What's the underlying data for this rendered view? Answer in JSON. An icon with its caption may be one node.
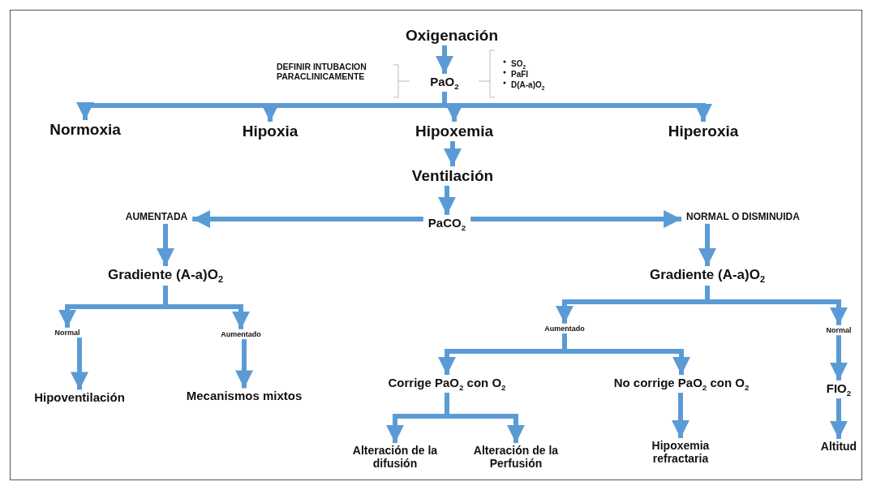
{
  "diagram": {
    "nodes": [
      {
        "text": [
          "Oxigenación"
        ]
      },
      {
        "text": [
          "DEFINIR INTUBACION PARACLINICAMENTE"
        ]
      },
      {
        "text": [
          "PaO$_{2}$"
        ]
      },
      {
        "text": [
          "Normoxia"
        ]
      },
      {
        "text": [
          "Hipoxia"
        ]
      },
      {
        "text": [
          "Hipoxemia"
        ]
      },
      {
        "text": [
          "Hiperoxia"
        ]
      },
      {
        "text": [
          "Ventilación"
        ]
      },
      {
        "text": [
          "PaCO$_{2}$"
        ]
      },
      {
        "text": [
          "AUMENTADA"
        ]
      },
      {
        "text": [
          "NORMAL O DISMINUIDA"
        ]
      },
      {
        "text": [
          "Gradiente (A-a)O$_{2}$"
        ]
      },
      {
        "text": [
          "Gradiente (A-a)O$_{2}$"
        ]
      },
      {
        "text": [
          "Normal"
        ]
      },
      {
        "text": [
          "Aumentado"
        ]
      },
      {
        "text": [
          "Hipoventilación"
        ]
      },
      {
        "text": [
          "Mecanismos mixtos"
        ]
      },
      {
        "text": [
          "Aumentado"
        ]
      },
      {
        "text": [
          "Normal"
        ]
      },
      {
        "text": [
          "Corrige PaO$_{2}$ con O$_{2}$"
        ]
      },
      {
        "text": [
          "No corrige PaO$_{2}$ con O$_{2}$"
        ]
      },
      {
        "text": [
          "FIO$_{2}$"
        ]
      },
      {
        "text": [
          "Alteración de la difusión"
        ]
      },
      {
        "text": [
          "Alteración de la Perfusión"
        ]
      },
      {
        "text": [
          "Hipoxemia refractaria"
        ]
      },
      {
        "text": [
          "Altitud"
        ]
      }
    ],
    "edges": [
      {
        "from": 0,
        "to": 2,
        "arrow": "to"
      },
      {
        "from": 2,
        "to": 3,
        "arrow": "to"
      },
      {
        "from": 2,
        "to": 4,
        "arrow": "to"
      },
      {
        "from": 2,
        "to": 5,
        "arrow": "to"
      },
      {
        "from": 2,
        "to": 6,
        "arrow": "to"
      },
      {
        "from": 5,
        "to": 7,
        "arrow": "to"
      },
      {
        "from": 7,
        "to": 8,
        "arrow": "to"
      },
      {
        "from": 8,
        "to": 9,
        "arrow": "to"
      },
      {
        "from": 8,
        "to": 10,
        "arrow": "to"
      },
      {
        "from": 9,
        "to": 11,
        "arrow": "to"
      },
      {
        "from": 10,
        "to": 12,
        "arrow": "to"
      },
      {
        "from": 11,
        "to": 13,
        "arrow": "to"
      },
      {
        "from": 11,
        "to": 14,
        "arrow": "to"
      },
      {
        "from": 13,
        "to": 15,
        "arrow": "to"
      },
      {
        "from": 14,
        "to": 16,
        "arrow": "to"
      },
      {
        "from": 12,
        "to": 17,
        "arrow": "to"
      },
      {
        "from": 12,
        "to": 18,
        "arrow": "to"
      },
      {
        "from": 17,
        "to": 19,
        "arrow": "to"
      },
      {
        "from": 17,
        "to": 20,
        "arrow": "to"
      },
      {
        "from": 18,
        "to": 21,
        "arrow": "to"
      },
      {
        "from": 19,
        "to": 22,
        "arrow": "to"
      },
      {
        "from": 19,
        "to": 23,
        "arrow": "to"
      },
      {
        "from": 20,
        "to": 24,
        "arrow": "to"
      },
      {
        "from": 21,
        "to": 25,
        "arrow": "to"
      }
    ],
    "labels": [
      "SO$_{2}$",
      "PaFI",
      "D(A-a)O$_{2}$"
    ]
  }
}
